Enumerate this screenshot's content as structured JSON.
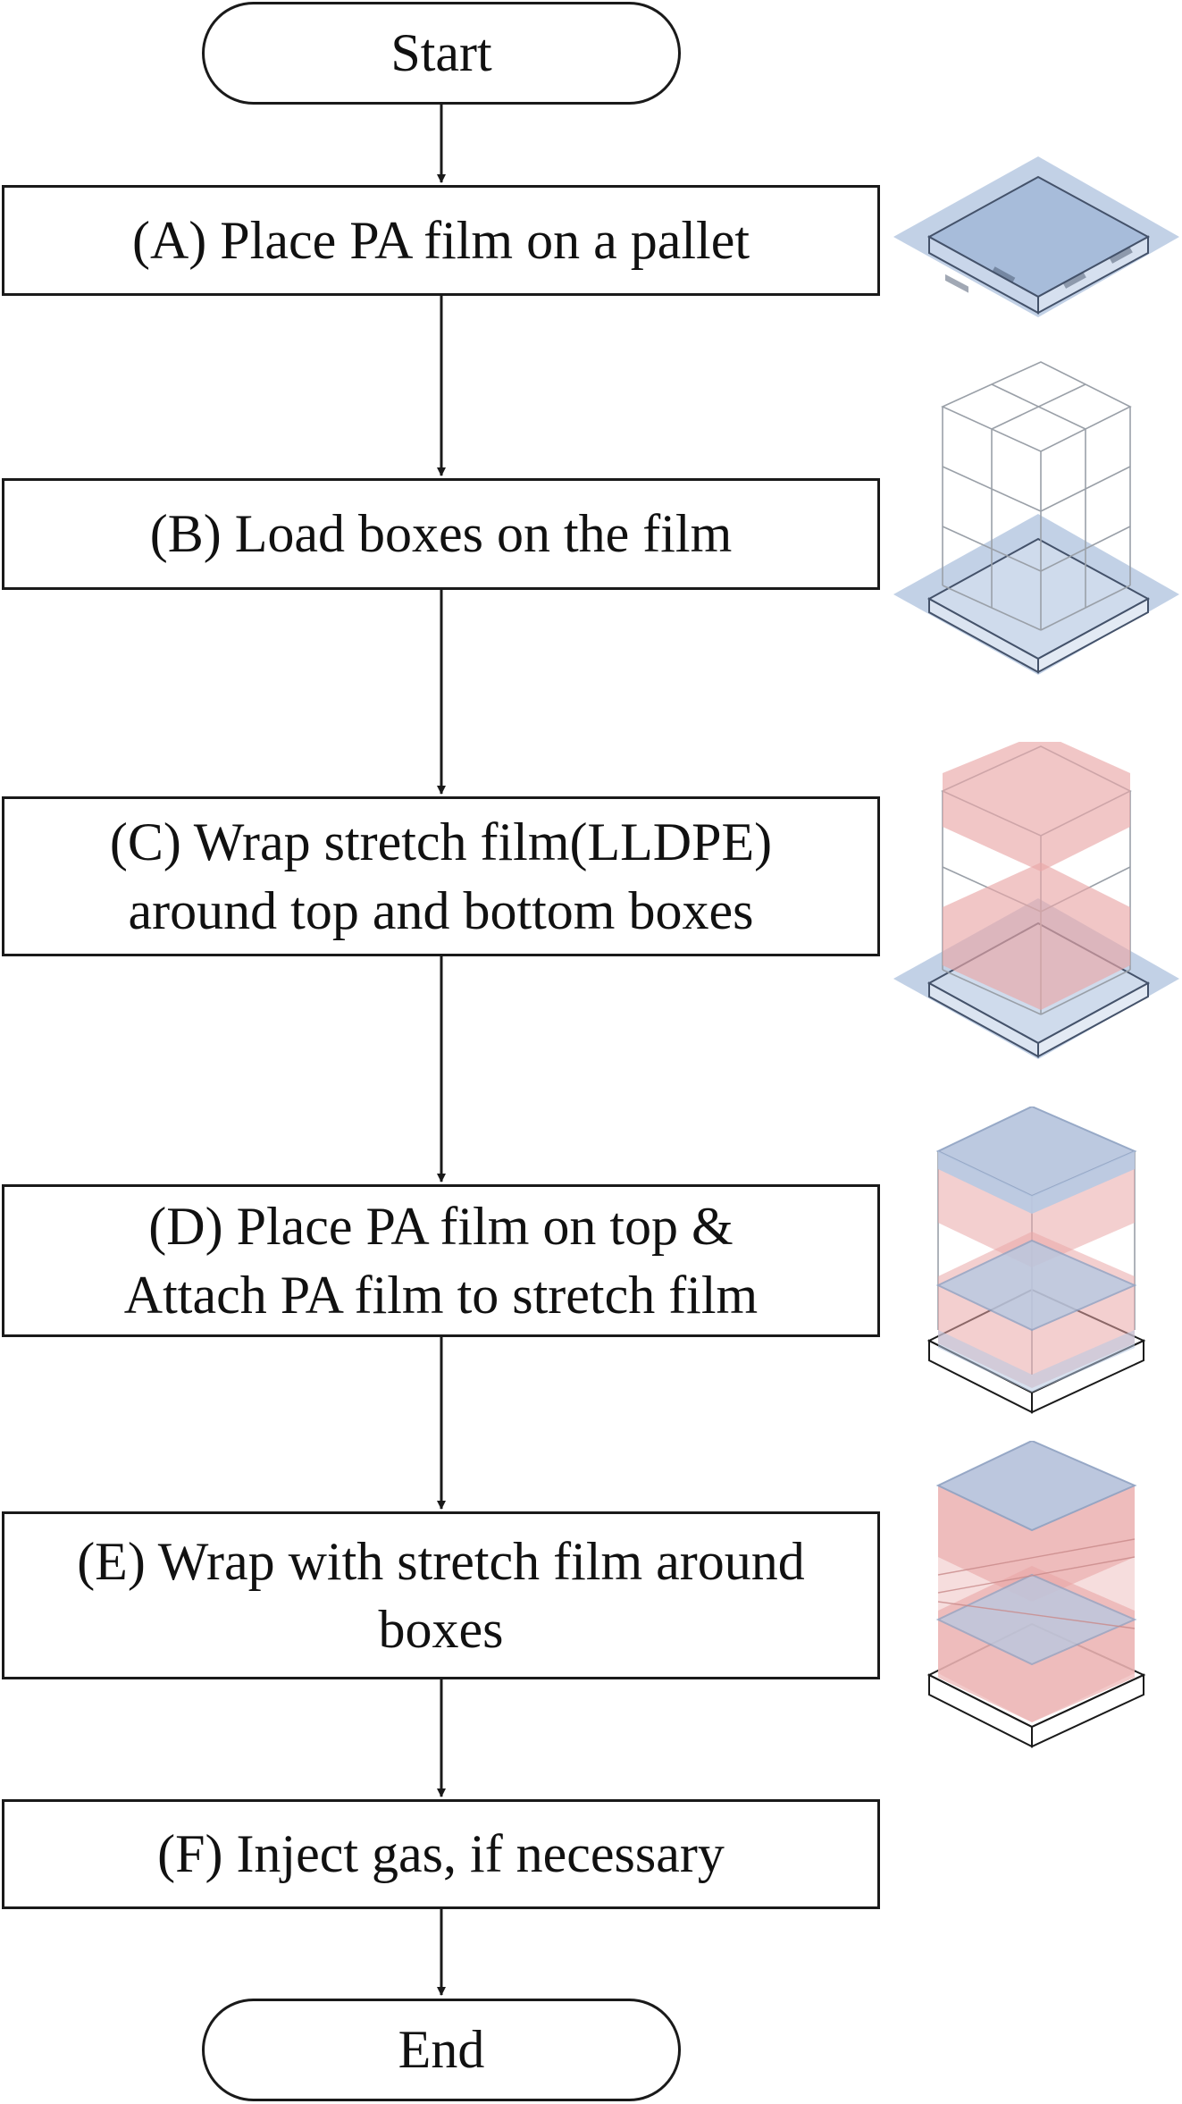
{
  "flowchart": {
    "start": "Start",
    "end": "End",
    "steps": [
      {
        "id": "A",
        "lines": [
          "(A) Place PA film on a pallet"
        ]
      },
      {
        "id": "B",
        "lines": [
          "(B) Load boxes on the film"
        ]
      },
      {
        "id": "C",
        "lines": [
          "(C) Wrap stretch film(LLDPE)",
          "around top and bottom boxes"
        ]
      },
      {
        "id": "D",
        "lines": [
          "(D) Place PA film on top &",
          "Attach PA film to stretch film"
        ]
      },
      {
        "id": "E",
        "lines": [
          "(E) Wrap with stretch film around",
          "boxes"
        ]
      },
      {
        "id": "F",
        "lines": [
          "(F) Inject gas, if necessary"
        ]
      }
    ]
  },
  "colors": {
    "pa_film": "#b7c9e2",
    "stretch_film": "#e9a7a7",
    "outline": "#1a1a1a"
  }
}
